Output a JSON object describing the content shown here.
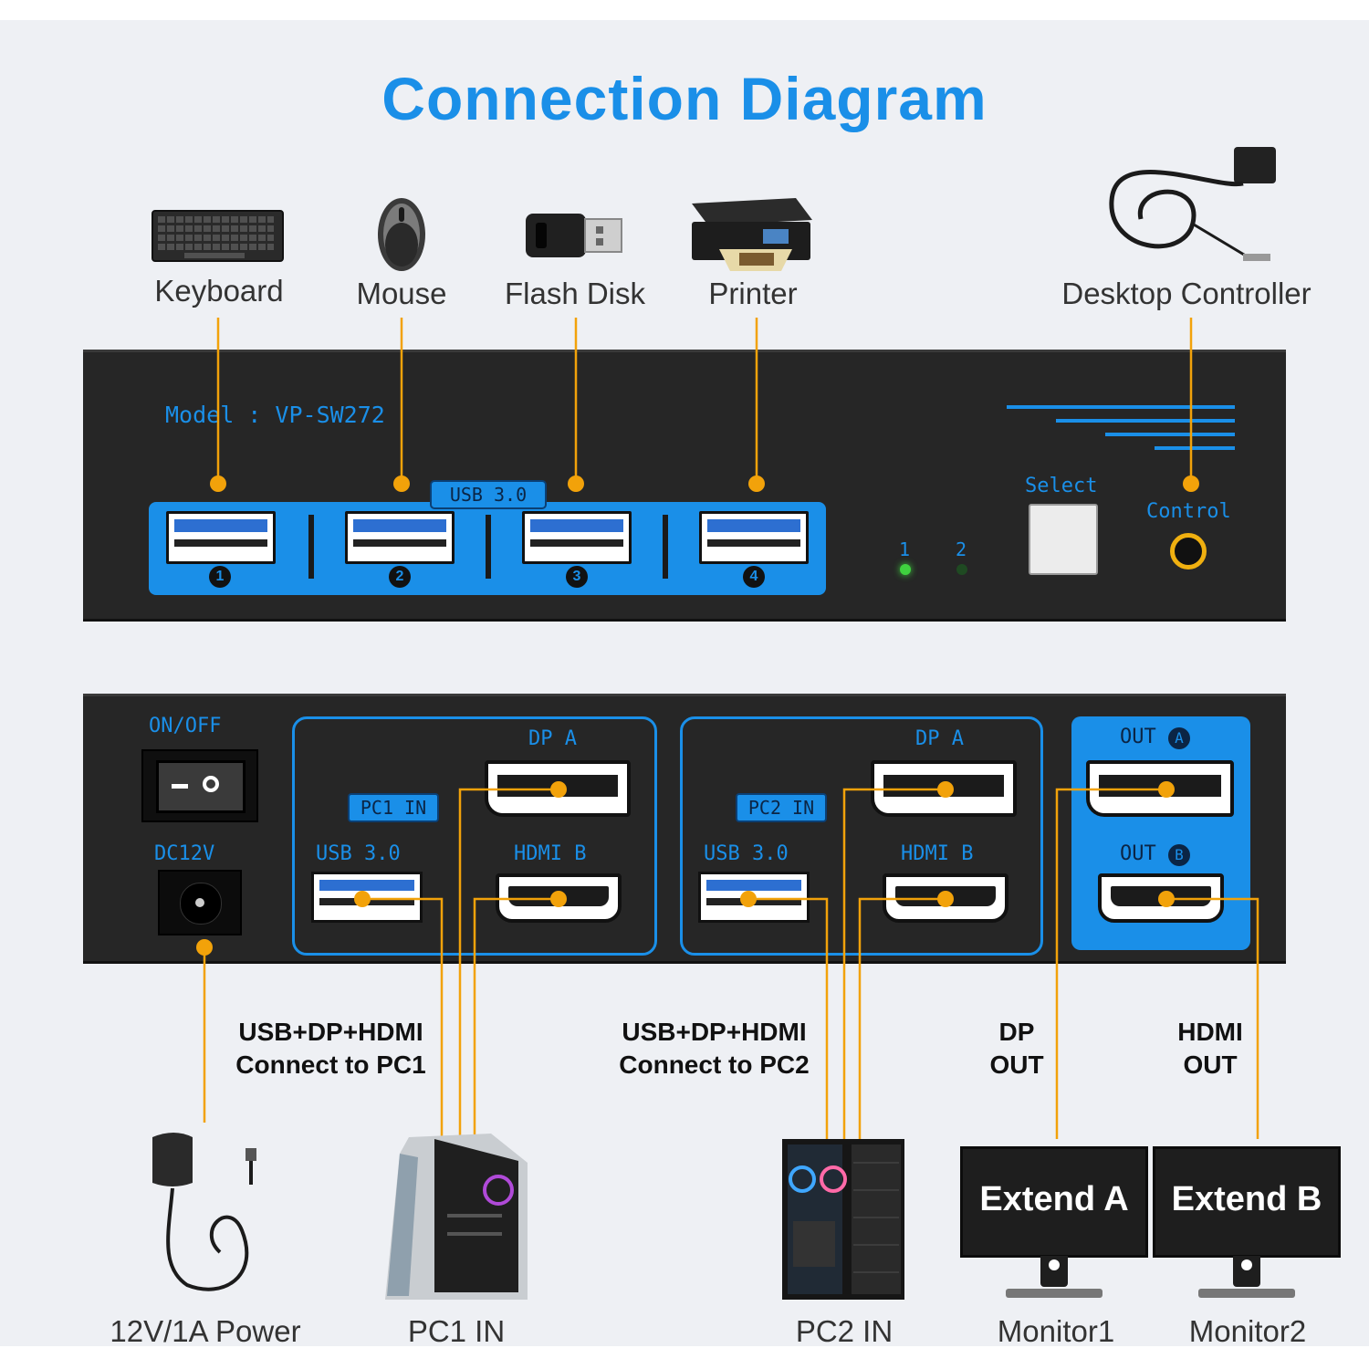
{
  "title": "Connection Diagram",
  "peripherals": {
    "keyboard": "Keyboard",
    "mouse": "Mouse",
    "flash_disk": "Flash Disk",
    "printer": "Printer",
    "desktop_controller": "Desktop Controller"
  },
  "front_panel": {
    "model": "Model : VP-SW272",
    "usb_badge": "USB 3.0",
    "port_numbers": [
      "1",
      "2",
      "3",
      "4"
    ],
    "led_labels": [
      "1",
      "2"
    ],
    "select_label": "Select",
    "control_label": "Control"
  },
  "rear_panel": {
    "on_off": "ON/OFF",
    "dc": "DC12V",
    "pc1_badge": "PC1 IN",
    "pc2_badge": "PC2 IN",
    "dp_a": "DP A",
    "hdmi_b": "HDMI B",
    "usb": "USB 3.0",
    "out_a_prefix": "OUT",
    "out_a_letter": "A",
    "out_b_prefix": "OUT",
    "out_b_letter": "B"
  },
  "cables": {
    "pc1_line1": "USB+DP+HDMI",
    "pc1_line2": "Connect to PC1",
    "pc2_line1": "USB+DP+HDMI",
    "pc2_line2": "Connect to PC2",
    "dp_line1": "DP",
    "dp_line2": "OUT",
    "hdmi_line1": "HDMI",
    "hdmi_line2": "OUT"
  },
  "devices": {
    "power": "12V/1A Power",
    "pc1": "PC1 IN",
    "pc2": "PC2 IN",
    "monitor1": "Monitor1",
    "monitor2": "Monitor2",
    "extend_a": "Extend A",
    "extend_b": "Extend B"
  },
  "colors": {
    "accent_blue": "#1a8fe8",
    "wire_orange": "#f2a20a",
    "panel_dark": "#262626",
    "led_green": "#3fd13f"
  }
}
